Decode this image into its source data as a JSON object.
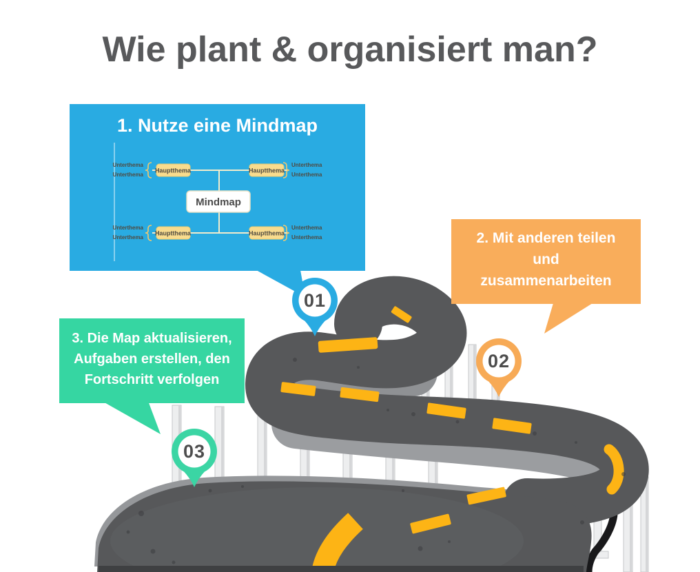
{
  "title": "Wie plant & organisiert man?",
  "step1": {
    "number": "01",
    "title": "1. Nutze eine Mindmap",
    "bubble_color": "#29ABE2"
  },
  "step2": {
    "number": "02",
    "lines": [
      "2. Mit anderen teilen",
      "und",
      "zusammenarbeiten"
    ],
    "bubble_color": "#F9AD5B"
  },
  "step3": {
    "number": "03",
    "lines": [
      "3. Die Map aktualisieren,",
      "Aufgaben erstellen, den",
      "Fortschritt verfolgen"
    ],
    "bubble_color": "#36D6A2"
  },
  "mindmap": {
    "center": "Mindmap",
    "main": "Hauptthema",
    "sub": "Unterthema"
  },
  "colors": {
    "title_text": "#58595B",
    "asphalt": "#57585A",
    "road_marking": "#FDB415",
    "pillar": "#EDEEEF",
    "shadow": "#19191B",
    "pin_number": "#4D4D4D"
  }
}
